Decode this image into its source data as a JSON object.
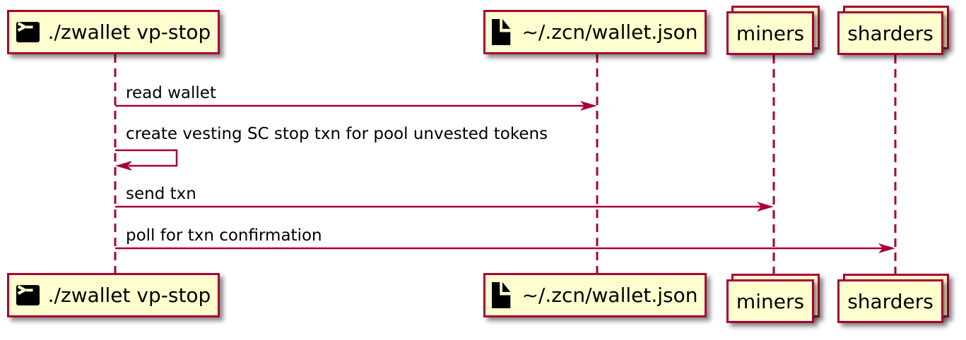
{
  "diagram": {
    "type": "sequence-diagram",
    "background": "#FFFFFF",
    "colors": {
      "participant_fill": "#FEFECE",
      "participant_border": "#A80036",
      "lifeline": "#A80036",
      "arrow": "#A80036",
      "text": "#000000"
    },
    "participants": [
      {
        "id": "zwallet",
        "label": "./zwallet vp-stop",
        "icon": "terminal-icon",
        "kind": "participant"
      },
      {
        "id": "wallet_json",
        "label": "~/.zcn/wallet.json",
        "icon": "file-icon",
        "kind": "participant"
      },
      {
        "id": "miners",
        "label": "miners",
        "icon": "",
        "kind": "collections"
      },
      {
        "id": "sharders",
        "label": "sharders",
        "icon": "",
        "kind": "collections"
      }
    ],
    "messages": [
      {
        "from": "zwallet",
        "to": "wallet_json",
        "label": "read wallet"
      },
      {
        "from": "zwallet",
        "to": "zwallet",
        "label": "create vesting SC stop txn for pool unvested tokens"
      },
      {
        "from": "zwallet",
        "to": "miners",
        "label": "send txn"
      },
      {
        "from": "zwallet",
        "to": "sharders",
        "label": "poll for txn confirmation"
      }
    ]
  }
}
